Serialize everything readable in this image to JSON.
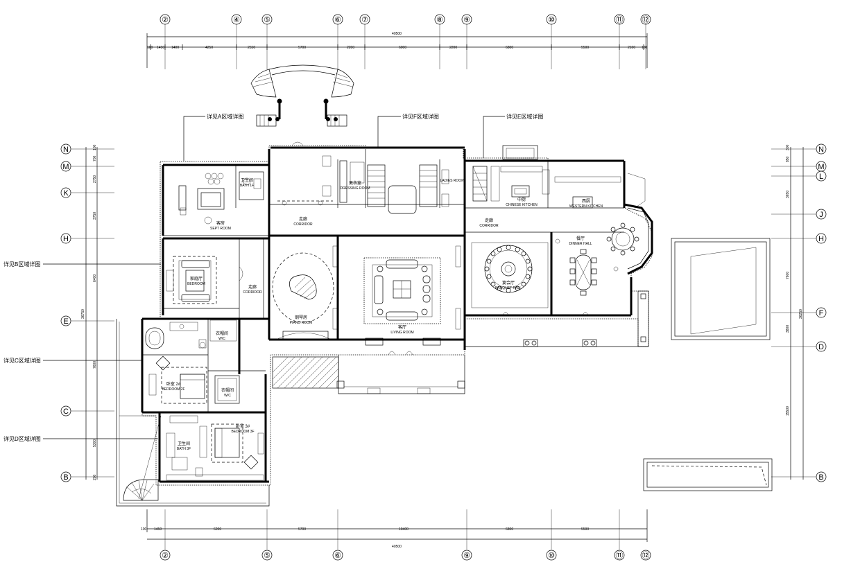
{
  "grid_top": [
    {
      "label": "②"
    },
    {
      "label": "④"
    },
    {
      "label": "⑤"
    },
    {
      "label": "⑥"
    },
    {
      "label": "⑦"
    },
    {
      "label": "⑧"
    },
    {
      "label": "⑨"
    },
    {
      "label": "⑩"
    },
    {
      "label": "⑪"
    },
    {
      "label": "⑫"
    }
  ],
  "grid_bottom": [
    {
      "label": "②"
    },
    {
      "label": "⑤"
    },
    {
      "label": "⑥"
    },
    {
      "label": "⑨"
    },
    {
      "label": "⑩"
    },
    {
      "label": "⑪"
    },
    {
      "label": "⑫"
    }
  ],
  "grid_left": [
    {
      "label": "N"
    },
    {
      "label": "M"
    },
    {
      "label": "K"
    },
    {
      "label": "H"
    },
    {
      "label": "E"
    },
    {
      "label": "C"
    },
    {
      "label": "B"
    }
  ],
  "grid_right": [
    {
      "label": "N"
    },
    {
      "label": "M"
    },
    {
      "label": "L"
    },
    {
      "label": "J"
    },
    {
      "label": "H"
    },
    {
      "label": "F"
    },
    {
      "label": "D"
    },
    {
      "label": "B"
    }
  ],
  "dims_top": {
    "total": "40500",
    "segments": [
      "100",
      "1450",
      "1400",
      "4250",
      "2550",
      "5700",
      "2200",
      "6000",
      "2200",
      "6800",
      "5500",
      "2100",
      "100"
    ]
  },
  "dims_bottom": {
    "total": "40500",
    "segments": [
      "100",
      "1450",
      "6200",
      "5700",
      "10400",
      "6800",
      "5500"
    ]
  },
  "dims_left": {
    "total": "36750",
    "segments": [
      "100",
      "700",
      "2750",
      "3750",
      "6400",
      "7600",
      "5300",
      "200"
    ]
  },
  "dims_right": {
    "total": "36250",
    "segments": [
      "300",
      "850",
      "3650",
      "7600",
      "3800",
      "15500"
    ]
  },
  "callouts": {
    "a": "详见A区域详图",
    "b": "详见B区域详图",
    "c": "详见C区域详图",
    "d": "详见D区域详图",
    "e": "详见E区域详图",
    "f": "详见F区域详图"
  },
  "rooms": {
    "bath1": {
      "cn": "卫生间",
      "en": "BATH 1F"
    },
    "guest": {
      "cn": "客房",
      "en": "SEPT ROOM"
    },
    "corridor_top": {
      "cn": "走廊",
      "en": "CORRIDOR"
    },
    "dressing": {
      "cn": "更衣室",
      "en": "DRESSING ROOM"
    },
    "ladies": {
      "en": "LADIES ROOM"
    },
    "chinese_kitchen": {
      "cn": "中厨",
      "en": "CHINESE KITCHEN"
    },
    "western_kitchen": {
      "cn": "西厨",
      "en": "WESTERN KITCHEN"
    },
    "corridor_right": {
      "cn": "走廊",
      "en": "CORRIDOR"
    },
    "dinner_hall": {
      "cn": "餐厅",
      "en": "DINNER HALL"
    },
    "family": {
      "cn": "家庭厅",
      "en": "BEDROOM"
    },
    "corridor_mid": {
      "cn": "走廊",
      "en": "CORRIDOR"
    },
    "piano": {
      "cn": "钢琴房",
      "en": "PIANO ROOM"
    },
    "living": {
      "cn": "客厅",
      "en": "LIVING ROOM"
    },
    "dining_round": {
      "cn": "宴会厅",
      "en": "BANQUET HALL"
    },
    "closet1": {
      "cn": "衣帽间",
      "en": "W/C"
    },
    "bedroom2": {
      "cn": "卧室 2#",
      "en": "BEDROOM 2F"
    },
    "closet2": {
      "cn": "衣帽间",
      "en": "W/C"
    },
    "bath3": {
      "cn": "卫生间",
      "en": "BATH 3F"
    },
    "bedroom3": {
      "cn": "卧室 3#",
      "en": "BEDROOM 3F"
    }
  }
}
